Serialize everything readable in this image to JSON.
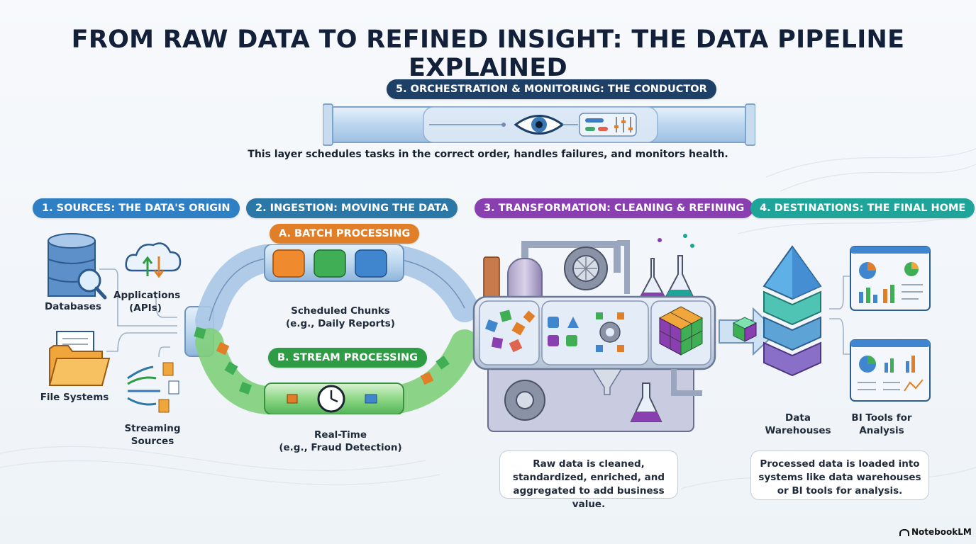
{
  "title": "FROM RAW DATA TO REFINED INSIGHT: THE DATA PIPELINE EXPLAINED",
  "orchestration": {
    "label": "5. ORCHESTRATION & MONITORING: THE CONDUCTOR",
    "description": "This layer schedules tasks in the correct order, handles failures, and monitors health."
  },
  "sources": {
    "label": "1. SOURCES: THE DATA'S ORIGIN",
    "items": [
      {
        "name": "Databases",
        "icon": "database-icon"
      },
      {
        "name": "Applications (APIs)",
        "line1": "Applications",
        "line2": "(APIs)",
        "icon": "cloud-api-icon"
      },
      {
        "name": "File Systems",
        "icon": "folder-icon"
      },
      {
        "name": "Streaming Sources",
        "line1": "Streaming",
        "line2": "Sources",
        "icon": "stream-icon"
      }
    ]
  },
  "ingestion": {
    "label": "2. INGESTION: MOVING THE DATA",
    "batch": {
      "label": "A. BATCH PROCESSING",
      "line1": "Scheduled Chunks",
      "line2": "(e.g., Daily Reports)"
    },
    "stream": {
      "label": "B. STREAM PROCESSING",
      "line1": "Real-Time",
      "line2": "(e.g., Fraud Detection)"
    }
  },
  "transformation": {
    "label": "3. TRANSFORMATION: CLEANING & REFINING",
    "callout": "Raw data is cleaned, standardized, enriched, and aggregated to add business value."
  },
  "destinations": {
    "label": "4. DESTINATIONS: THE FINAL HOME",
    "items": [
      {
        "name": "Data Warehouses",
        "line1": "Data",
        "line2": "Warehouses",
        "icon": "warehouse-icon"
      },
      {
        "name": "BI Tools for Analysis",
        "line1": "BI Tools for",
        "line2": "Analysis",
        "icon": "dashboard-icon"
      }
    ],
    "callout": "Processed data is loaded into systems like data warehouses or BI tools for analysis."
  },
  "branding": {
    "name": "NotebookLM",
    "icon": "notebooklm-logo-icon"
  },
  "colors": {
    "title": "#13203a",
    "sources": "#2f7fc4",
    "ingestion": "#2b77a6",
    "batch": "#e07f28",
    "stream": "#2e9b45",
    "transformation": "#8a3fb0",
    "destinations": "#1fa49a",
    "orchestration": "#1e3f66"
  }
}
